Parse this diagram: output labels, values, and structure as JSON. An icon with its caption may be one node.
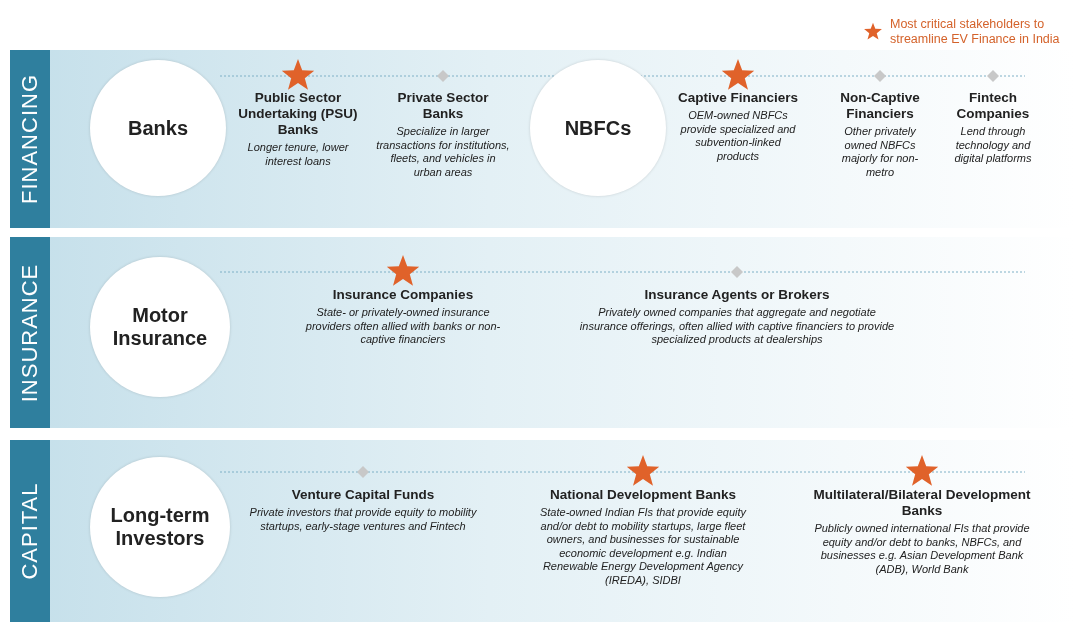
{
  "diagram": {
    "nodes": [
      {
        "text": [
          "FINANCING"
        ]
      },
      {
        "text": [
          "Banks"
        ],
        "in": 0
      },
      {
        "text": [
          "Public Sector Undertaking (PSU) Banks",
          "Longer tenure, lower interest loans"
        ],
        "in": 0
      },
      {
        "text": [
          "Private Sector Banks",
          "Specialize in larger transactions for institutions, fleets, and vehicles in urban areas"
        ],
        "in": 0
      },
      {
        "text": [
          "NBFCs"
        ],
        "in": 0
      },
      {
        "text": [
          "Captive Financiers",
          "OEM-owned NBFCs provide specialized and subvention-linked products"
        ],
        "in": 0
      },
      {
        "text": [
          "Non-Captive Financiers",
          "Other privately owned NBFCs majorly for non-metro"
        ],
        "in": 0
      },
      {
        "text": [
          "Fintech Companies",
          "Lend through technology and digital platforms"
        ],
        "in": 0
      },
      {
        "text": [
          "INSURANCE"
        ]
      },
      {
        "text": [
          "Motor Insurance"
        ],
        "in": 8
      },
      {
        "text": [
          "Insurance Companies",
          "State- or privately-owned insurance providers often allied with banks or non-captive financiers"
        ],
        "in": 8
      },
      {
        "text": [
          "Insurance Agents or Brokers",
          "Privately owned companies that aggregate and negotiate insurance offerings, often allied with captive financiers to provide specialized products at dealerships"
        ],
        "in": 8
      },
      {
        "text": [
          "CAPITAL"
        ]
      },
      {
        "text": [
          "Long-term Investors"
        ],
        "in": 12
      },
      {
        "text": [
          "Venture Capital Funds",
          "Private investors that provide equity to mobility startups, early-stage ventures and Fintech"
        ],
        "in": 12
      },
      {
        "text": [
          "National Development Banks",
          "State-owned Indian FIs that provide equity and/or debt to mobility startups, large fleet owners, and businesses for sustainable economic development e.g. Indian Renewable Energy Development Agency (IREDA), SIDBI"
        ],
        "in": 12
      },
      {
        "text": [
          "Multilateral/Bilateral Development Banks",
          "Publicly owned international FIs that provide equity and/or debt to banks, NBFCs, and businesses e.g. Asian Development Bank (ADB), World Bank"
        ],
        "in": 12
      }
    ],
    "edges": [],
    "legend": [
      {
        "text": "Most critical stakeholders to streamline EV Finance in India"
      }
    ]
  }
}
